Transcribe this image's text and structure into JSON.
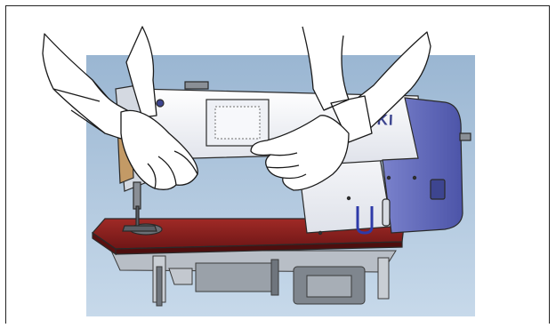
{
  "figure": {
    "brand_text": "JUKI",
    "colors": {
      "backdrop": "#a9c3db",
      "machine_body": "#f4f5f8",
      "head_cap": "#5a63b8",
      "table_top": "#8b1f1f",
      "metal": "#8a8f96",
      "outline": "#2a2a2a"
    },
    "icons": [
      "hands-lifting-illustration",
      "sewing-machine-illustration"
    ]
  }
}
